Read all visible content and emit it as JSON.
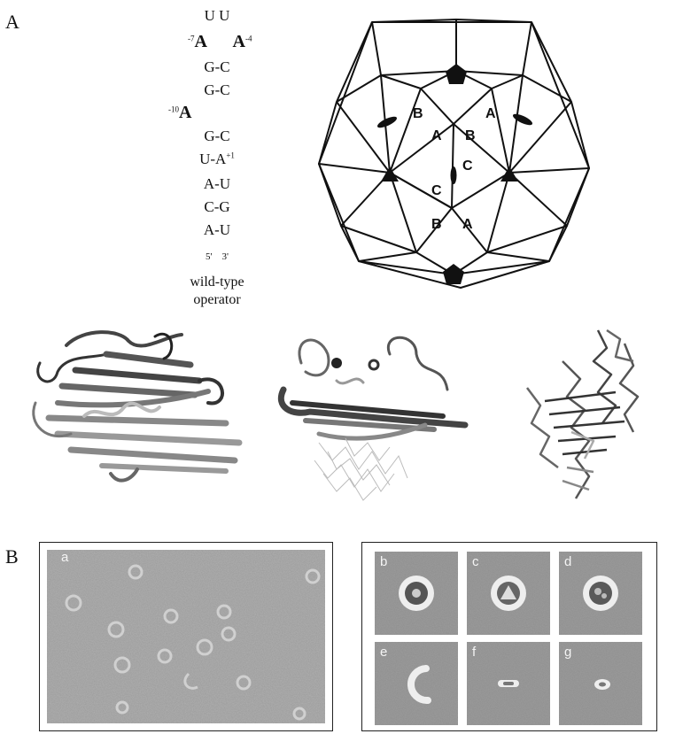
{
  "panels": {
    "A": {
      "label": "A"
    },
    "B": {
      "label": "B"
    }
  },
  "operator": {
    "loop": "U U",
    "left_bulge": {
      "sup": "-7",
      "base": "A"
    },
    "right_bulge": {
      "sup": "-4",
      "base": "A"
    },
    "pairs_upper": [
      "G-C",
      "G-C"
    ],
    "bulge2": {
      "sup": "-10",
      "base": "A"
    },
    "pair_mid": "G-C",
    "pair_ua": {
      "text": "U-A",
      "sup": "+1"
    },
    "pairs_lower": [
      "A-U",
      "C-G",
      "A-U"
    ],
    "ends": "5'    3'",
    "caption_line1": "wild-type",
    "caption_line2": "operator"
  },
  "capsid": {
    "face_labels": [
      "B",
      "A",
      "A",
      "B",
      "C",
      "C",
      "B",
      "A"
    ]
  },
  "micrographs": {
    "field": {
      "label": "a"
    },
    "class_averages": [
      {
        "label": "b",
        "shape": "ring-dark-center"
      },
      {
        "label": "c",
        "shape": "ring-triangle"
      },
      {
        "label": "d",
        "shape": "ring-dark-center"
      },
      {
        "label": "e",
        "shape": "crescent"
      },
      {
        "label": "f",
        "shape": "short-bar"
      },
      {
        "label": "g",
        "shape": "small-dot"
      }
    ]
  }
}
